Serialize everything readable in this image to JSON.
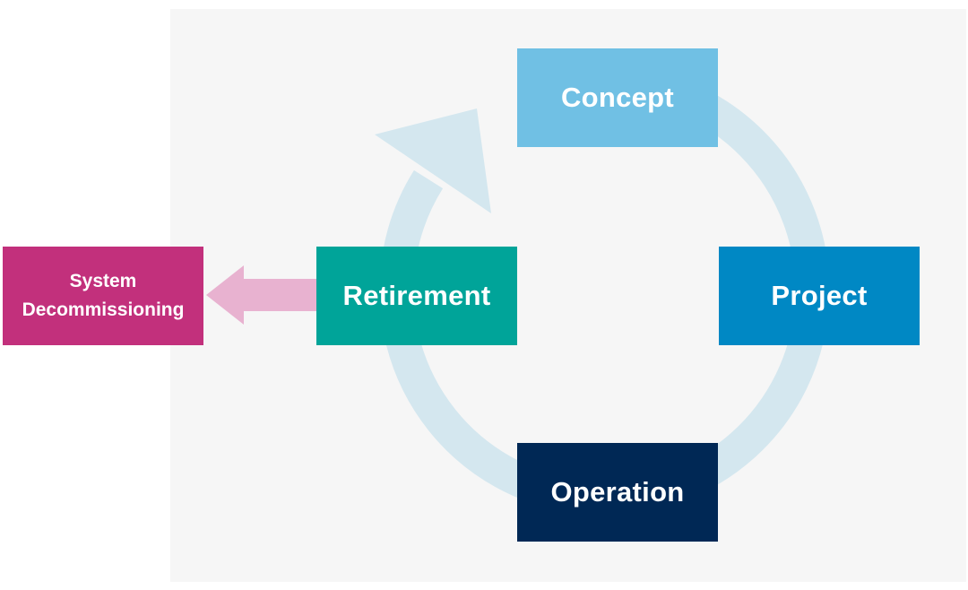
{
  "stages": {
    "concept": {
      "label": "Concept",
      "color": "#70c0e4"
    },
    "project": {
      "label": "Project",
      "color": "#0088c4"
    },
    "operation": {
      "label": "Operation",
      "color": "#002855"
    },
    "retirement": {
      "label": "Retirement",
      "color": "#00a499"
    }
  },
  "decommissioning": {
    "line1": "System",
    "line2": "Decommissioning",
    "color": "#c2307c"
  },
  "colors": {
    "background_panel": "#f6f6f6",
    "cycle_ring": "#d4e7ef",
    "exit_arrow": "#e8b2d0"
  }
}
